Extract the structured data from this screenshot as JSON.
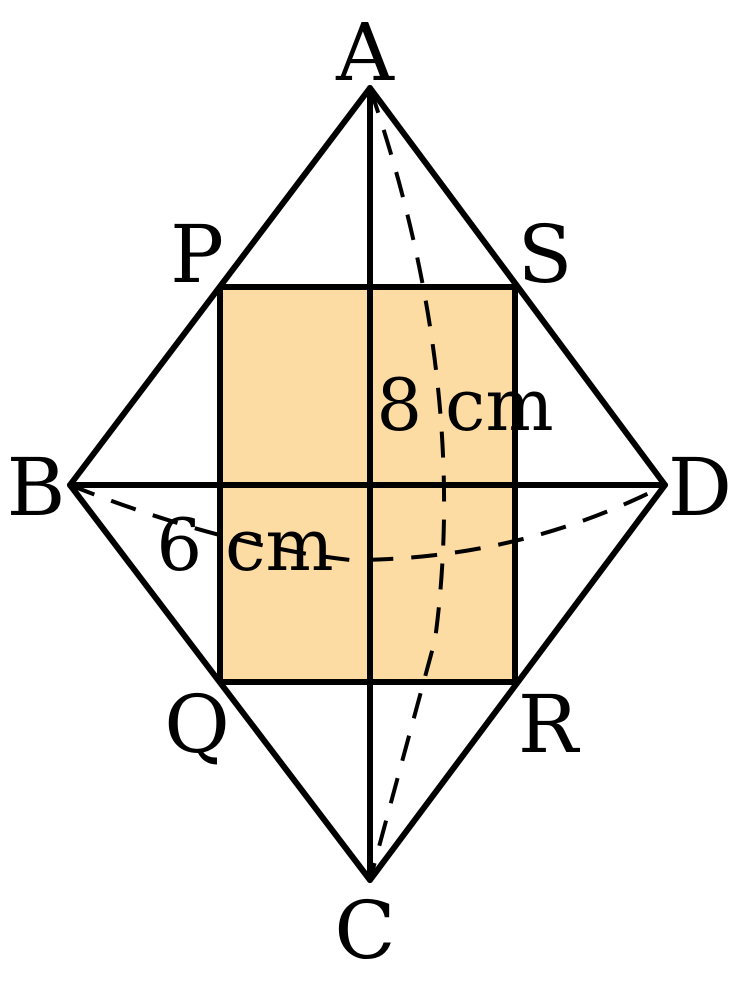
{
  "vertices": {
    "A": "A",
    "B": "B",
    "C": "C",
    "D": "D",
    "P": "P",
    "Q": "Q",
    "R": "R",
    "S": "S"
  },
  "measurements": {
    "vertical": "8 cm",
    "horizontal": "6 cm"
  },
  "colors": {
    "rectangle_fill": "#FDDCA3",
    "lines": "#000000"
  }
}
